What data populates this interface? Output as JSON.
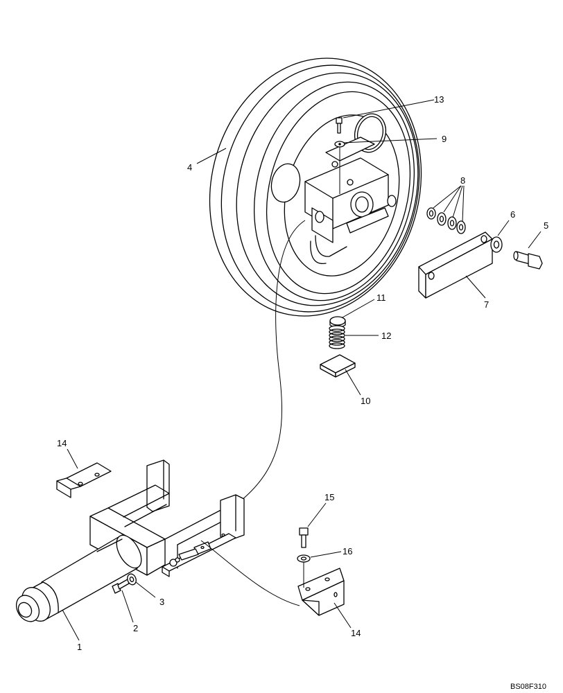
{
  "callouts": {
    "c1": "1",
    "c2": "2",
    "c3": "3",
    "c4": "4",
    "c5": "5",
    "c6": "6",
    "c7": "7",
    "c8": "8",
    "c9": "9",
    "c10": "10",
    "c11": "11",
    "c12": "12",
    "c13": "13",
    "c14a": "14",
    "c14b": "14",
    "c15": "15",
    "c16": "16"
  },
  "drawing_code": "BS08F310"
}
